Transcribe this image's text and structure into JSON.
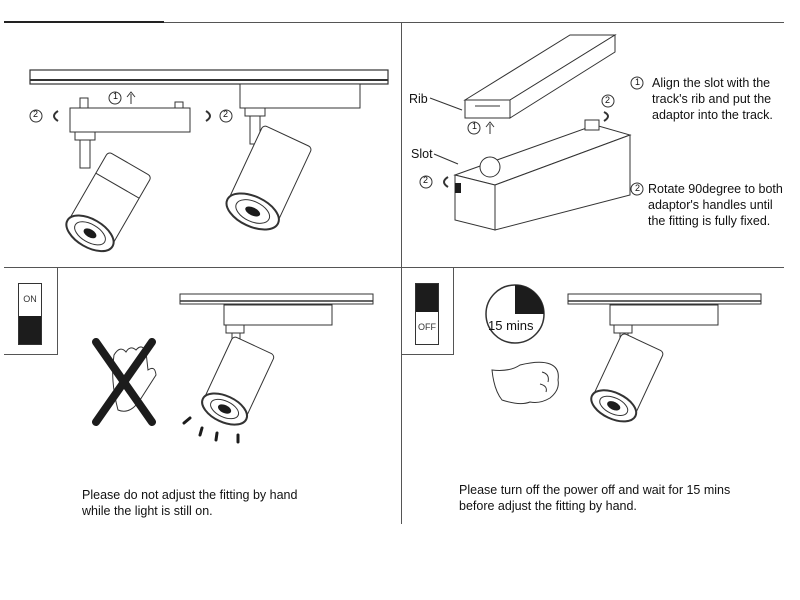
{
  "panels": {
    "install": {
      "step1_marker": "1",
      "step2_marker": "2"
    },
    "adaptor": {
      "rib_label": "Rib",
      "slot_label": "Slot",
      "step1_marker": "1",
      "step2_marker": "2",
      "step1_text": [
        "Align the slot with the",
        "track's rib and put the",
        "adaptor into the track."
      ],
      "step2_text": [
        "Rotate 90degree to both",
        "adaptor's handles until",
        "the fitting is fully fixed."
      ]
    },
    "warning_on": {
      "switch_label": "ON",
      "caption": [
        "Please do not adjust the fitting by hand",
        "while the light is still on."
      ]
    },
    "warning_off": {
      "switch_label": "OFF",
      "timer_label": "15 mins",
      "caption": [
        "Please turn off the power off and wait for 15 mins",
        "before adjust the fitting by hand."
      ]
    }
  },
  "colors": {
    "line": "#555555",
    "ink": "#1c1c1c"
  }
}
